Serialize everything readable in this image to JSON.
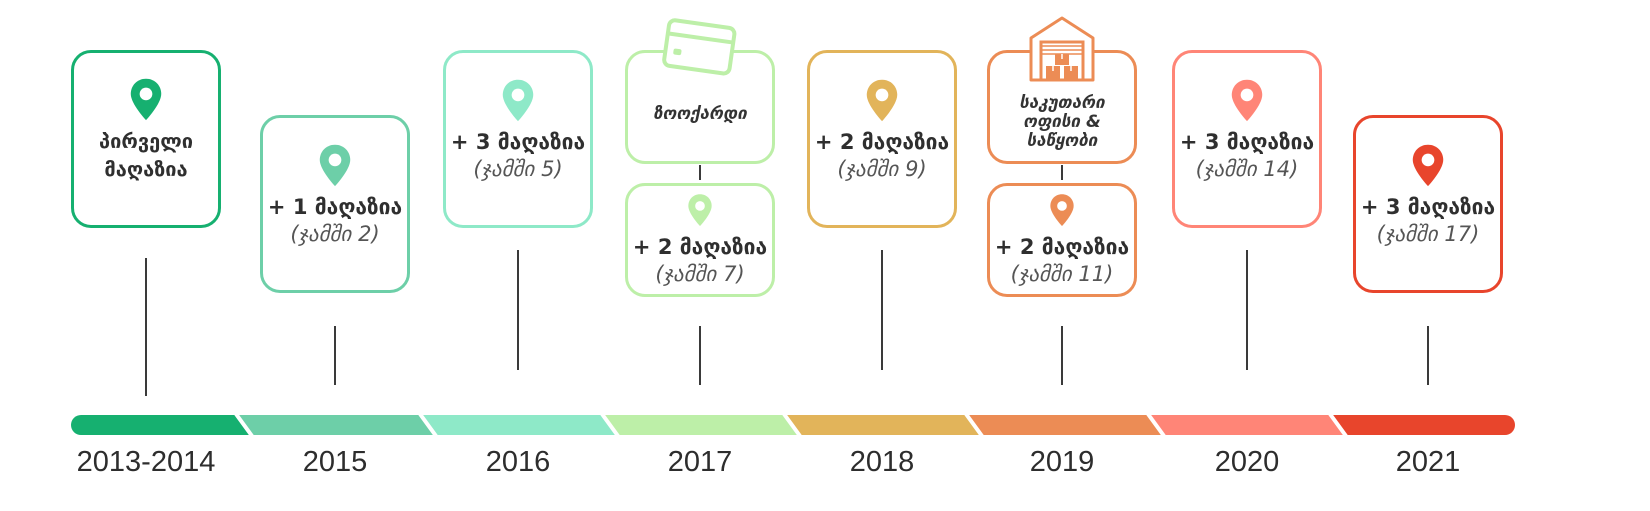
{
  "colors": {
    "green_dark": "#16B070",
    "green_mid": "#6DCFA8",
    "green_light": "#8EE9C8",
    "green_pale": "#BDEFA8",
    "amber": "#E2B45A",
    "orange": "#EC8C55",
    "salmon": "#FF8577",
    "red": "#E8452C"
  },
  "segments": [
    {
      "year": "2013-2014",
      "color": "#16B070",
      "cards": [
        {
          "main": "პირველი მაღაზია",
          "sub": "",
          "icon": "map-pin-icon"
        }
      ]
    },
    {
      "year": "2015",
      "color": "#6DCFA8",
      "cards": [
        {
          "main": "+ 1 მაღაზია",
          "sub": "(ჯამში 2)",
          "icon": "map-pin-icon"
        }
      ]
    },
    {
      "year": "2016",
      "color": "#8EE9C8",
      "cards": [
        {
          "main": "+ 3 მაღაზია",
          "sub": "(ჯამში 5)",
          "icon": "map-pin-icon"
        }
      ]
    },
    {
      "year": "2017",
      "color": "#BDEFA8",
      "cards": [
        {
          "main": "ზოოქარდი",
          "sub": "",
          "icon": "card-icon"
        },
        {
          "main": "+ 2 მაღაზია",
          "sub": "(ჯამში 7)",
          "icon": "map-pin-icon"
        }
      ]
    },
    {
      "year": "2018",
      "color": "#E2B45A",
      "cards": [
        {
          "main": "+ 2 მაღაზია",
          "sub": "(ჯამში 9)",
          "icon": "map-pin-icon"
        }
      ]
    },
    {
      "year": "2019",
      "color": "#EC8C55",
      "cards": [
        {
          "main": "საკუთარი ოფისი & საწყობი",
          "sub": "",
          "icon": "warehouse-icon"
        },
        {
          "main": "+ 2 მაღაზია",
          "sub": "(ჯამში 11)",
          "icon": "map-pin-icon"
        }
      ]
    },
    {
      "year": "2020",
      "color": "#FF8577",
      "cards": [
        {
          "main": "+ 3 მაღაზია",
          "sub": "(ჯამში 14)",
          "icon": "map-pin-icon"
        }
      ]
    },
    {
      "year": "2021",
      "color": "#E8452C",
      "cards": [
        {
          "main": "+ 3 მაღაზია",
          "sub": "(ჯამში 17)",
          "icon": "map-pin-icon"
        }
      ]
    }
  ]
}
